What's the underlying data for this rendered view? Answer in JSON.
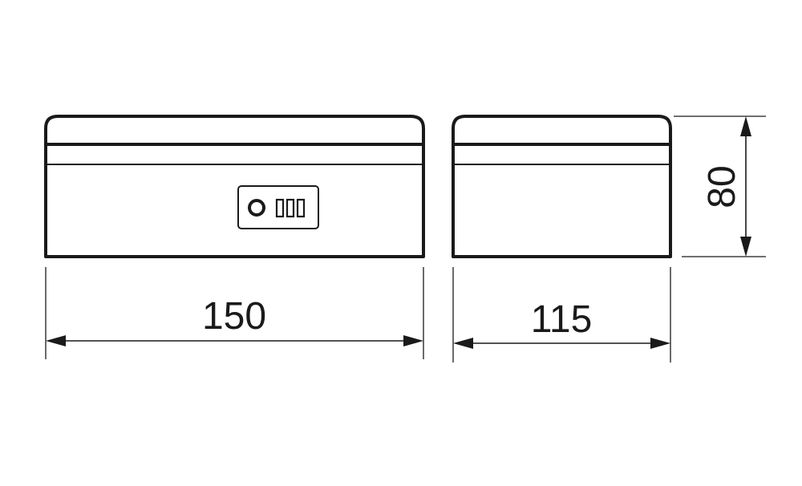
{
  "dimensions": {
    "width_label": "150",
    "depth_label": "115",
    "height_label": "80"
  },
  "colors": {
    "line": "#1a1a1a",
    "background": "#ffffff"
  },
  "icons": {
    "keyhole": "keyhole-icon",
    "combination_dials": "combination-dial-icon"
  }
}
